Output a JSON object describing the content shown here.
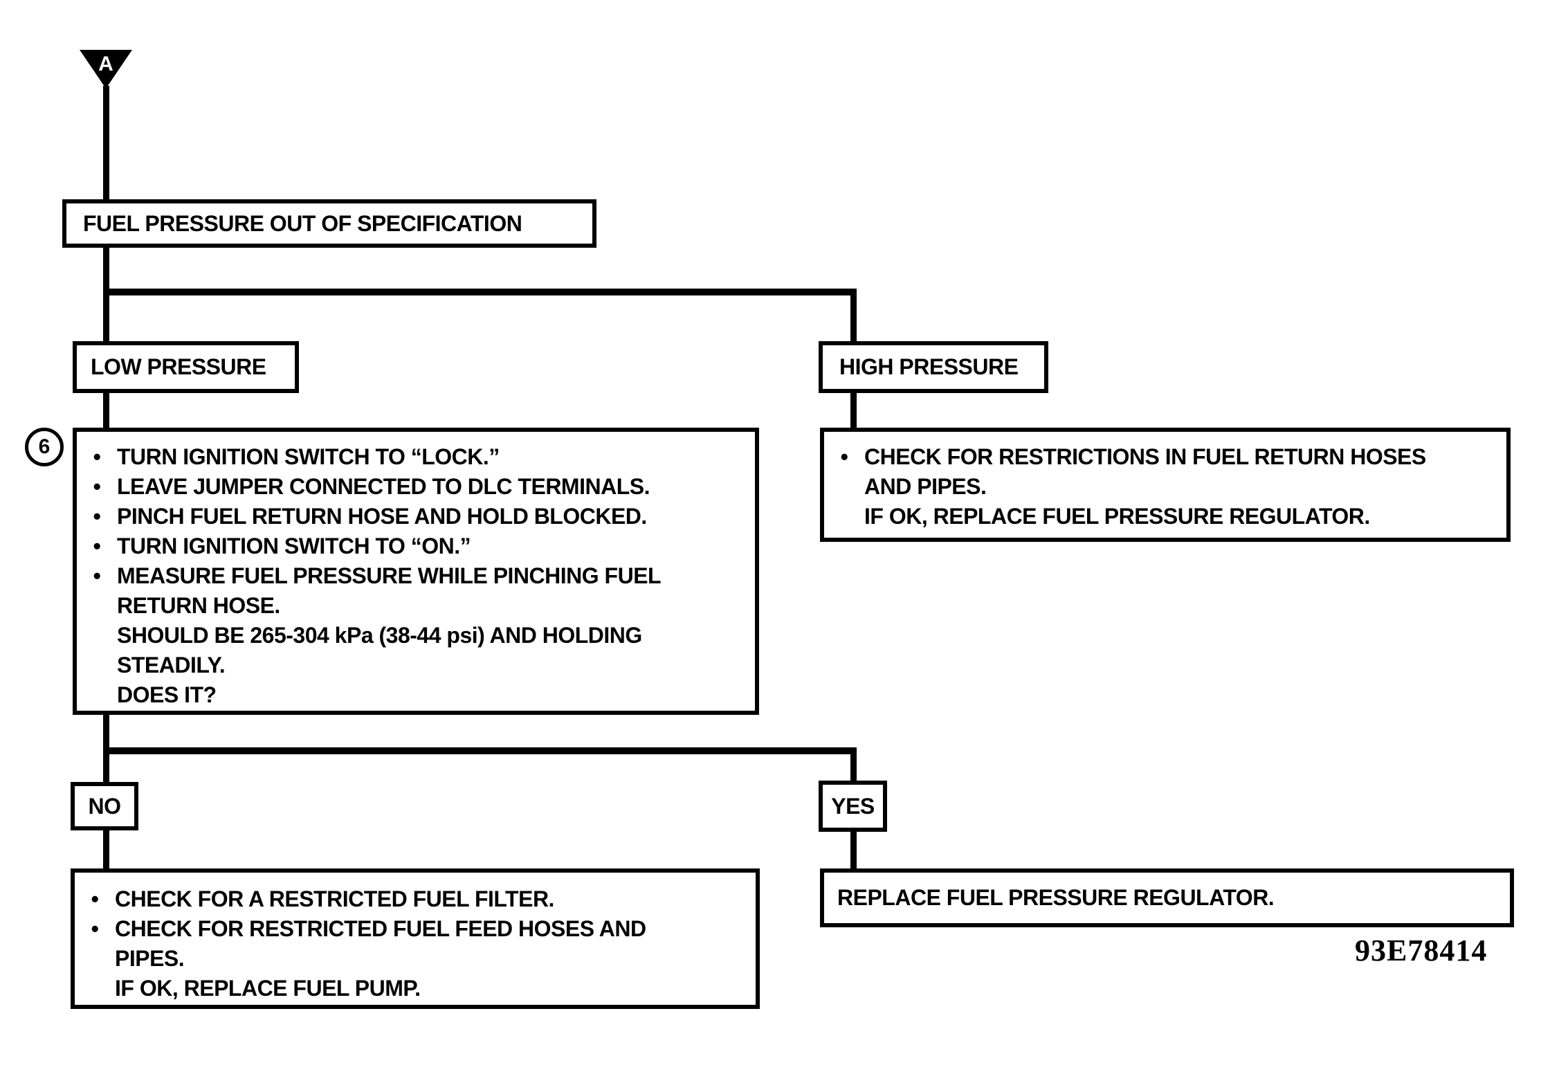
{
  "colors": {
    "ink": "#000000",
    "paper": "#ffffff"
  },
  "bullet_char": "•",
  "connector": {
    "label": "A"
  },
  "step_badge": {
    "label": "6"
  },
  "figure_code": {
    "label": "93E78414"
  },
  "boxes": {
    "root": {
      "label": "FUEL PRESSURE OUT OF SPECIFICATION"
    },
    "low_branch": {
      "label": "LOW PRESSURE"
    },
    "high_branch": {
      "label": "HIGH PRESSURE"
    },
    "no": {
      "label": "NO"
    },
    "yes": {
      "label": "YES"
    },
    "replace_regulator": {
      "label": "REPLACE FUEL PRESSURE REGULATOR."
    }
  },
  "low_steps": {
    "bullets": [
      {
        "lines": [
          "TURN IGNITION SWITCH TO “LOCK.”"
        ]
      },
      {
        "lines": [
          "LEAVE JUMPER CONNECTED TO DLC TERMINALS."
        ]
      },
      {
        "lines": [
          "PINCH FUEL RETURN HOSE AND HOLD BLOCKED."
        ]
      },
      {
        "lines": [
          "TURN IGNITION SWITCH TO “ON.”"
        ]
      },
      {
        "lines": [
          "MEASURE FUEL PRESSURE WHILE PINCHING FUEL",
          "RETURN HOSE.",
          "SHOULD BE 265-304 kPa (38-44 psi) AND HOLDING",
          "STEADILY.",
          "DOES IT?"
        ]
      }
    ]
  },
  "high_steps": {
    "bullets": [
      {
        "lines": [
          "CHECK FOR RESTRICTIONS IN FUEL RETURN HOSES",
          "AND PIPES.",
          "IF OK, REPLACE FUEL PRESSURE REGULATOR."
        ]
      }
    ]
  },
  "no_steps": {
    "bullets": [
      {
        "lines": [
          "CHECK FOR A RESTRICTED FUEL FILTER."
        ]
      },
      {
        "lines": [
          "CHECK FOR RESTRICTED FUEL FEED HOSES AND",
          "PIPES.",
          "IF OK, REPLACE FUEL PUMP."
        ]
      }
    ]
  }
}
